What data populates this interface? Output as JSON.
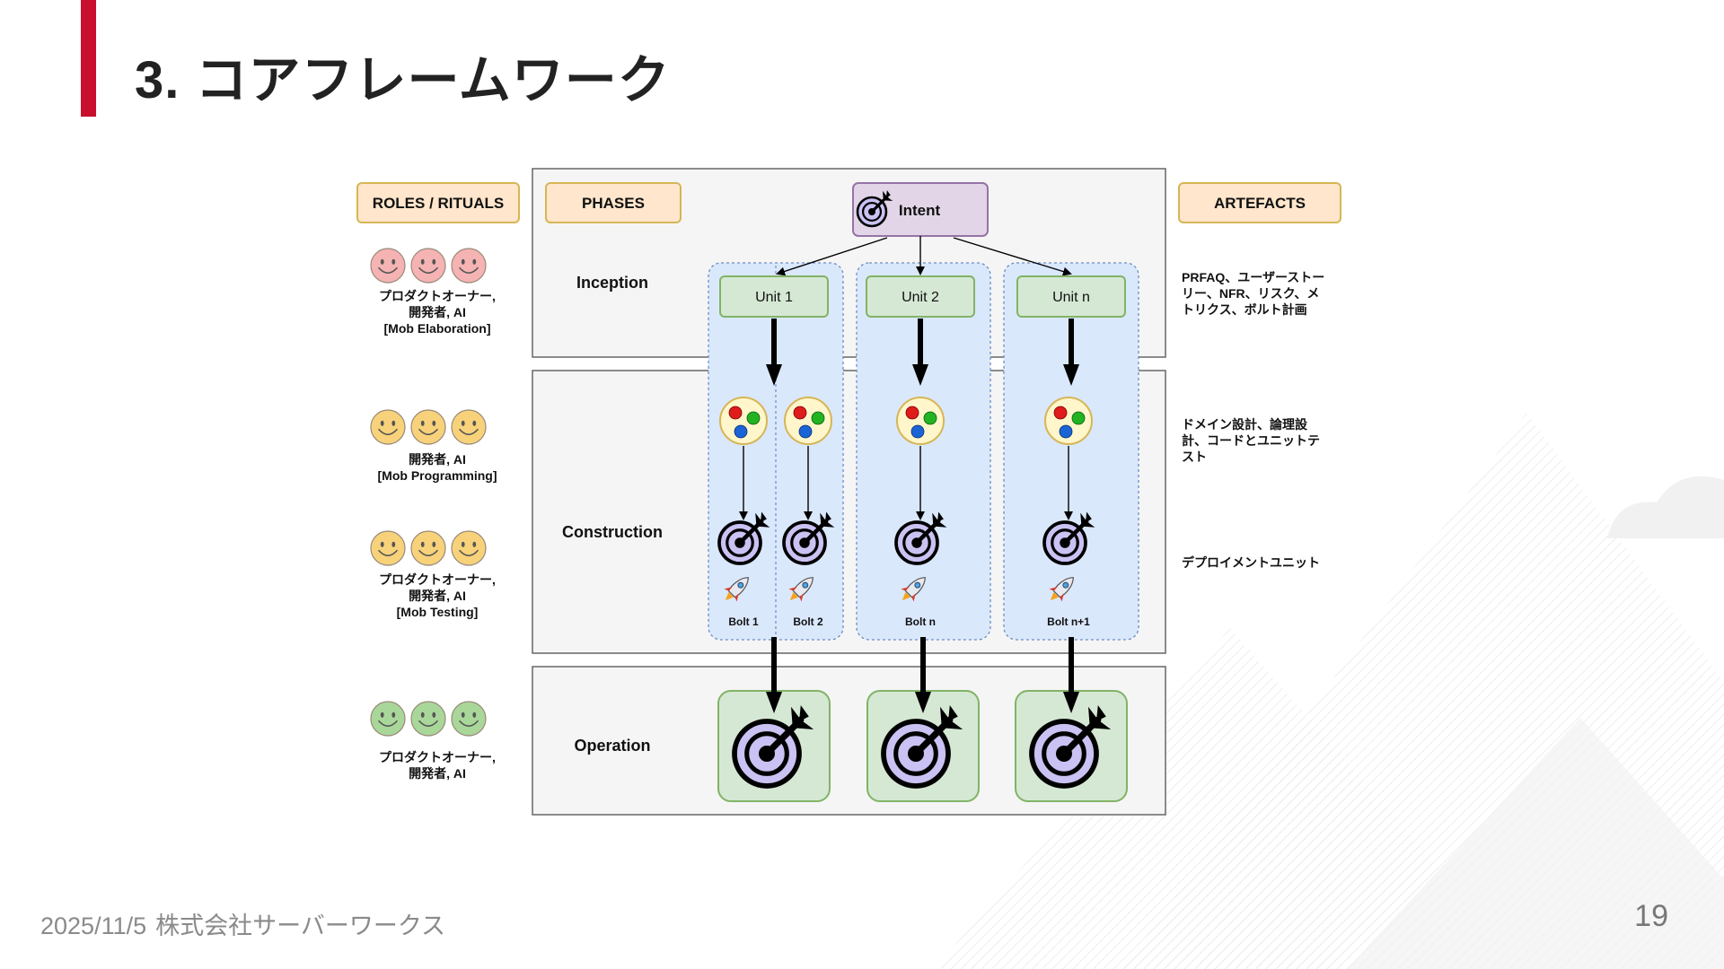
{
  "slide": {
    "title": "3. コアフレームワーク",
    "footer_date": "2025/11/5",
    "footer_company": "株式会社サーバーワークス",
    "page_number": "19"
  },
  "diagram": {
    "headers": {
      "roles": "ROLES / RITUALS",
      "phases": "PHASES",
      "artefacts": "ARTEFACTS",
      "intent": "Intent"
    },
    "phases": [
      "Inception",
      "Construction",
      "Operation"
    ],
    "units": [
      "Unit 1",
      "Unit 2",
      "Unit n"
    ],
    "bolts": [
      "Bolt 1",
      "Bolt 2",
      "Bolt n",
      "Bolt n+1"
    ],
    "roles": [
      {
        "lines": [
          "プロダクトオーナー,",
          "開発者, AI",
          "[Mob Elaboration]"
        ],
        "color": "#f5b3b3"
      },
      {
        "lines": [
          "開発者, AI",
          "[Mob Programming]"
        ],
        "color": "#f7d27a"
      },
      {
        "lines": [
          "プロダクトオーナー,",
          "開発者, AI",
          "[Mob Testing]"
        ],
        "color": "#f7d27a"
      },
      {
        "lines": [
          "プロダクトオーナー,",
          "開発者, AI"
        ],
        "color": "#a9d79a"
      }
    ],
    "artefacts": [
      {
        "lines": [
          "PRFAQ、ユーザーストー",
          "リー、NFR、リスク、メ",
          "トリクス、ボルト計画"
        ]
      },
      {
        "lines": [
          "ドメイン設計、論理設",
          "計、コードとユニットテ",
          "スト"
        ]
      },
      {
        "lines": [
          "デプロイメントユニット"
        ]
      }
    ],
    "colors": {
      "header_fill": "#ffe6cc",
      "header_stroke": "#d6b656",
      "phase_fill": "#f5f5f5",
      "unit_column_fill": "#dae8fc",
      "unit_fill": "#d5e8d4",
      "unit_stroke": "#82b366",
      "intent_fill": "#e1d5e7",
      "intent_stroke": "#9673a6",
      "target_fill": "#c9c2f2"
    }
  }
}
